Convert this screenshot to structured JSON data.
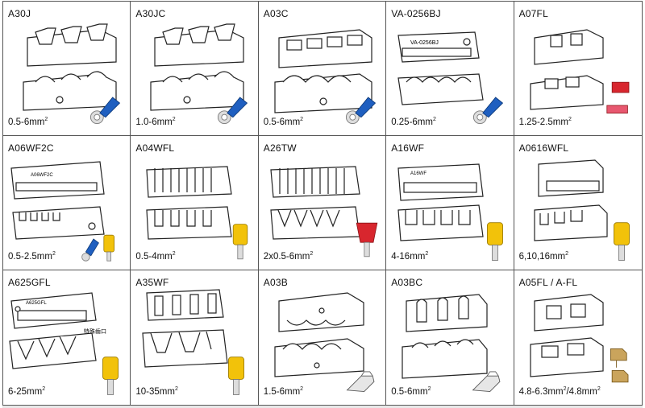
{
  "cells": [
    {
      "model": "A30J",
      "spec_value": "0.5-6mm",
      "spec_sup": "2",
      "terminal": "blue-ring-terminal"
    },
    {
      "model": "A30JC",
      "spec_value": "1.0-6mm",
      "spec_sup": "2",
      "terminal": "blue-ring-terminal"
    },
    {
      "model": "A03C",
      "spec_value": "0.5-6mm",
      "spec_sup": "2",
      "terminal": "blue-ring-terminal"
    },
    {
      "model": "VA-0256BJ",
      "spec_value": "0.25-6mm",
      "spec_sup": "2",
      "terminal": "blue-ring-terminal"
    },
    {
      "model": "A07FL",
      "spec_value": "1.25-2.5mm",
      "spec_sup": "2",
      "terminal": "red-flag-terminal"
    },
    {
      "model": "A06WF2C",
      "spec_value": "0.5-2.5mm",
      "spec_sup": "2",
      "terminal": "blue-yellow-terminals"
    },
    {
      "model": "A04WFL",
      "spec_value": "0.5-4mm",
      "spec_sup": "2",
      "terminal": "yellow-ferrule"
    },
    {
      "model": "A26TW",
      "spec_value": "2x0.5-6mm",
      "spec_sup": "2",
      "terminal": "red-twin-ferrule"
    },
    {
      "model": "A16WF",
      "spec_value": "4-16mm",
      "spec_sup": "2",
      "terminal": "yellow-ferrule"
    },
    {
      "model": "A0616WFL",
      "spec_value": "6,10,16mm",
      "spec_sup": "2",
      "terminal": "yellow-ferrule"
    },
    {
      "model": "A625GFL",
      "spec_value": "6-25mm",
      "spec_sup": "2",
      "terminal": "yellow-ferrule"
    },
    {
      "model": "A35WF",
      "spec_value": "10-35mm",
      "spec_sup": "2",
      "terminal": "yellow-ferrule"
    },
    {
      "model": "A03B",
      "spec_value": "1.5-6mm",
      "spec_sup": "2",
      "terminal": "open-barrel-terminal"
    },
    {
      "model": "A03BC",
      "spec_value": "0.5-6mm",
      "spec_sup": "2",
      "terminal": "open-barrel-terminal"
    },
    {
      "model": "A05FL / A-FL",
      "spec_value": "4.8-6.3mm",
      "spec_sup": "2",
      "spec_suffix": "/4.8mm",
      "spec_sup2": "2",
      "terminal": "brass-flag-terminals"
    }
  ],
  "die_labels": {
    "va": "VA-0256BJ",
    "a06": "A06WF2C",
    "a16": "A16WF",
    "a625": "A625GFL",
    "a625_note": "特殊齒口"
  },
  "colors": {
    "line": "#222222",
    "blue": "#1f5fc0",
    "yellow": "#f2c20a",
    "red": "#d8262e",
    "brass": "#caa45c"
  }
}
